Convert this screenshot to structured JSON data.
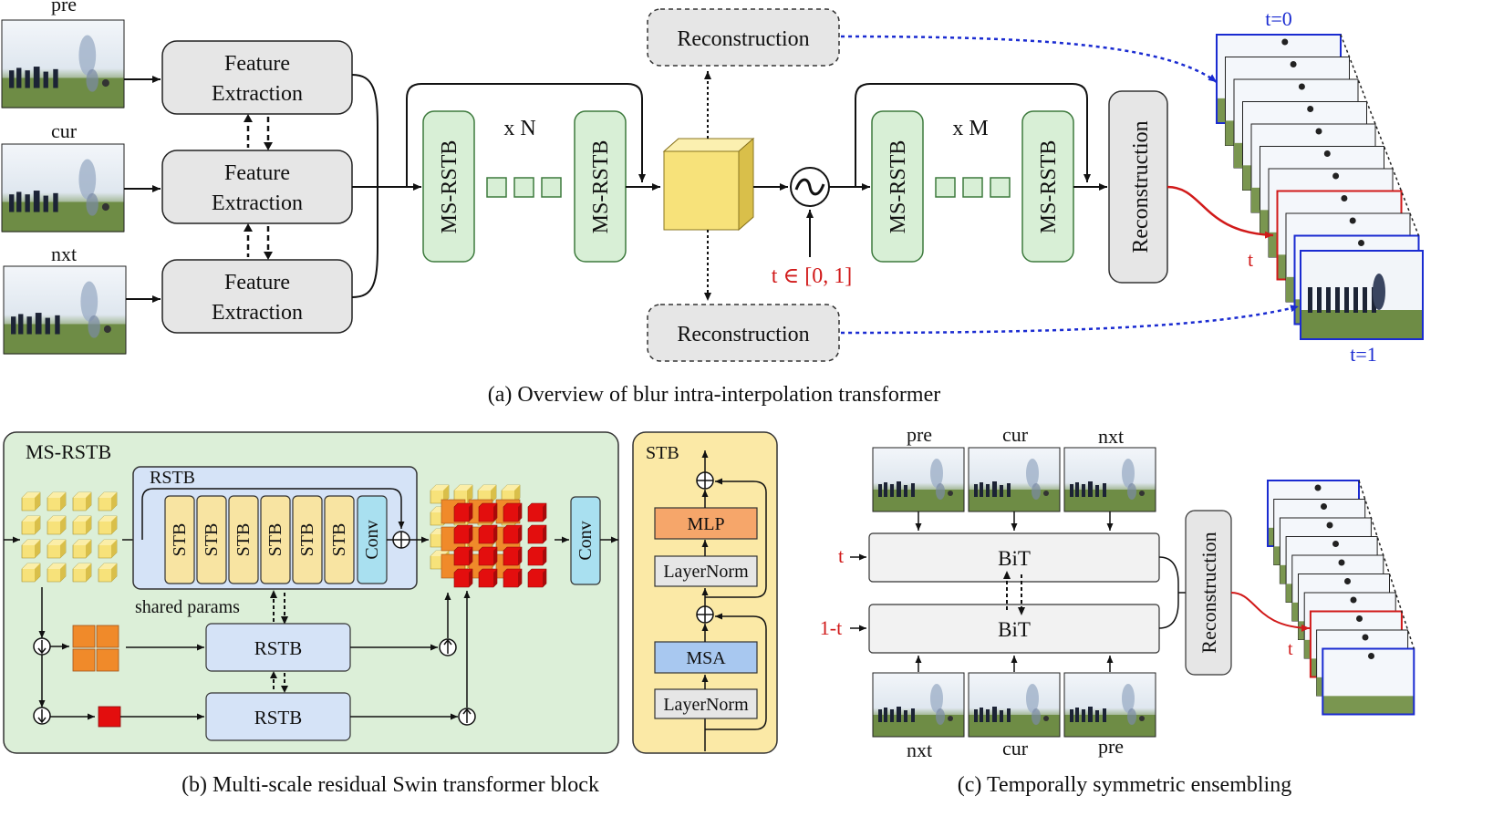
{
  "colors": {
    "gray_fill": "#e6e6e6",
    "green_fill": "#d8efd6",
    "green_border": "#3d7a3d",
    "feature_cube": "#f7e27a",
    "panel_green": "#dcefd8",
    "panel_yellow": "#fbe9a6",
    "rstb_blue": "#d5e3f7",
    "stb_yellow": "#f8e4a2",
    "conv_cyan": "#a9e0f0",
    "mlp_orange": "#f6a66a",
    "msa_blue": "#a8c8f0",
    "accent_red": "#d11a1a",
    "accent_blue": "#1a2bd1",
    "grid_orange": "#f08a2a",
    "grid_red": "#e30e0e"
  },
  "panel_a": {
    "frames": {
      "pre": "pre",
      "cur": "cur",
      "nxt": "nxt"
    },
    "feature_line1": "Feature",
    "feature_line2": "Extraction",
    "ms_rstb": "MS-RSTB",
    "times_n": "x N",
    "times_m": "x M",
    "reconstruction": "Reconstruction",
    "t_range": "t ∈ [0, 1]",
    "t_label": "t",
    "t0_label": "t=0",
    "t1_label": "t=1",
    "caption": "(a) Overview of blur intra-interpolation transformer"
  },
  "panel_b": {
    "title": "MS-RSTB",
    "rstb": "RSTB",
    "stb": "STB",
    "conv": "Conv",
    "shared_params": "shared params",
    "caption": "(b) Multi-scale residual Swin transformer block"
  },
  "panel_stb": {
    "title": "STB",
    "mlp": "MLP",
    "layernorm": "LayerNorm",
    "msa": "MSA"
  },
  "panel_c": {
    "top_labels": [
      "pre",
      "cur",
      "nxt"
    ],
    "bottom_labels": [
      "nxt",
      "cur",
      "pre"
    ],
    "bit": "BiT",
    "t": "t",
    "one_minus_t": "1-t",
    "reconstruction": "Reconstruction",
    "t_label": "t",
    "caption": "(c) Temporally symmetric ensembling"
  }
}
